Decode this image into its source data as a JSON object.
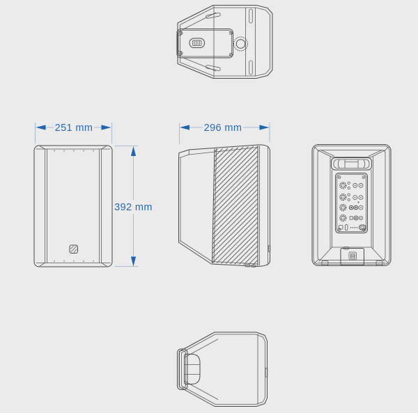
{
  "drawing": {
    "subject": "loudspeaker-orthographic-views",
    "colors": {
      "background": "#ebebeb",
      "line": "#4a4a4a",
      "dimension_text": "#2a6aad",
      "dimension_arrow": "#1f64ad",
      "dimension_line": "#a9bdd4"
    },
    "dimensions": {
      "width": "251 mm",
      "depth": "296 mm",
      "height": "392 mm"
    }
  }
}
